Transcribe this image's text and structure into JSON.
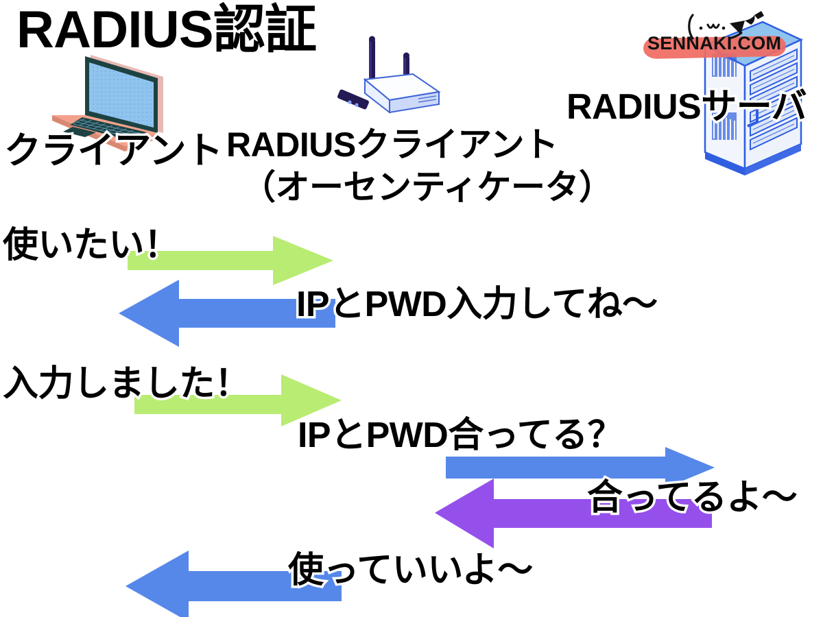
{
  "page": {
    "title": "RADIUS認証",
    "background_color": "#ffffff"
  },
  "watermark": {
    "text": "SENNAKI.COM",
    "kaomoji": "(・ω・)",
    "highlight_color": "#ef6a62",
    "text_color": "#111111",
    "brush_icon": "rocket-brush-icon"
  },
  "nodes": [
    {
      "id": "client",
      "label": "クライアント",
      "icon": "laptop-icon",
      "colors": {
        "body": "#f3a18c",
        "screen": "#8fc4ef",
        "keys": "#1d4242"
      }
    },
    {
      "id": "radius-client",
      "label_line1": "RADIUSクライアント",
      "label_line2": "（オーセンティケータ）",
      "icon": "wifi-router-icon",
      "colors": {
        "body": "#f2f6ff",
        "accent": "#3f63d6",
        "antenna": "#241a54"
      }
    },
    {
      "id": "radius-server",
      "label": "RADIUSサーバ",
      "icon": "server-rack-icon",
      "colors": {
        "body": "#eef3fb",
        "accent": "#2f5ee0",
        "top": "#8fc4ef"
      }
    }
  ],
  "arrows": [
    {
      "id": "a1",
      "message": "使いたい！",
      "direction": "right",
      "color": "#b9ec73",
      "from": "client",
      "to": "radius-client"
    },
    {
      "id": "a2",
      "message": "IPとPWD入力してね～",
      "direction": "left",
      "color": "#5688ea",
      "from": "radius-client",
      "to": "client"
    },
    {
      "id": "a3",
      "message": "入力しました！",
      "direction": "right",
      "color": "#b9ec73",
      "from": "client",
      "to": "radius-client"
    },
    {
      "id": "a4",
      "message": "IPとPWD合ってる？",
      "direction": "right",
      "color": "#5688ea",
      "from": "radius-client",
      "to": "radius-server"
    },
    {
      "id": "a5",
      "message": "合ってるよ～",
      "direction": "left",
      "color": "#9550ec",
      "from": "radius-server",
      "to": "radius-client"
    },
    {
      "id": "a6",
      "message": "使っていいよ～",
      "direction": "left",
      "color": "#5688ea",
      "from": "radius-client",
      "to": "client"
    }
  ],
  "colors": {
    "green": "#b9ec73",
    "blue": "#5688ea",
    "purple": "#9550ec",
    "text": "#000000"
  }
}
